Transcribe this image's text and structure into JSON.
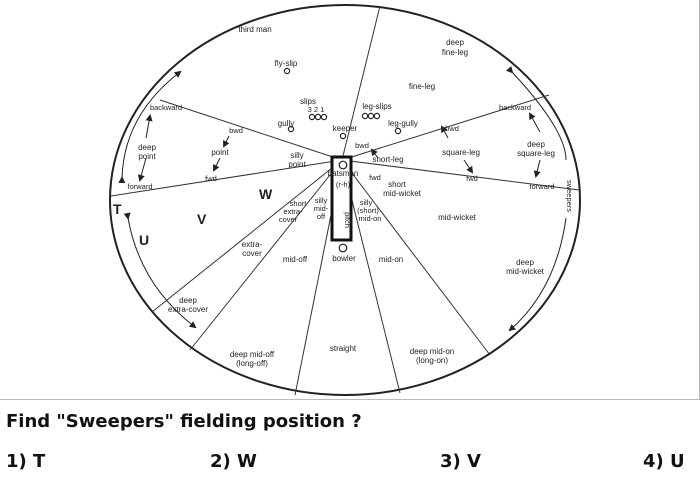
{
  "diagram": {
    "positions": [
      {
        "id": "third-man",
        "text": "third man"
      },
      {
        "id": "deep-fine-leg-1",
        "text": "deep"
      },
      {
        "id": "deep-fine-leg-2",
        "text": "fine-leg"
      },
      {
        "id": "fly-slip",
        "text": "fly-slip"
      },
      {
        "id": "fine-leg",
        "text": "fine-leg"
      },
      {
        "id": "slips",
        "text": "slips"
      },
      {
        "id": "slip-numbers",
        "text": "3 2 1"
      },
      {
        "id": "leg-slips",
        "text": "leg-slips"
      },
      {
        "id": "gully",
        "text": "gully"
      },
      {
        "id": "leg-gully",
        "text": "leg-gully"
      },
      {
        "id": "keeper",
        "text": "keeper"
      },
      {
        "id": "bwd-center",
        "text": "bwd"
      },
      {
        "id": "short-leg",
        "text": "short-leg"
      },
      {
        "id": "backward-left",
        "text": "backward"
      },
      {
        "id": "deep-point-1",
        "text": "deep"
      },
      {
        "id": "deep-point-2",
        "text": "point"
      },
      {
        "id": "forward-left",
        "text": "forward"
      },
      {
        "id": "bwd-point",
        "text": "bwd"
      },
      {
        "id": "point",
        "text": "point"
      },
      {
        "id": "fwd-point",
        "text": "fwd"
      },
      {
        "id": "silly-point-1",
        "text": "silly"
      },
      {
        "id": "silly-point-2",
        "text": "point"
      },
      {
        "id": "batsman",
        "text": "batsman"
      },
      {
        "id": "rh",
        "text": "(r-h)"
      },
      {
        "id": "fwd-center",
        "text": "fwd"
      },
      {
        "id": "short-midwicket-1",
        "text": "short"
      },
      {
        "id": "short-midwicket-2",
        "text": "mid-wicket"
      },
      {
        "id": "bwd-square-leg",
        "text": "bwd"
      },
      {
        "id": "square-leg",
        "text": "square-leg"
      },
      {
        "id": "fwd-square-leg",
        "text": "fwd"
      },
      {
        "id": "backward-right",
        "text": "backward"
      },
      {
        "id": "deep-square-leg-1",
        "text": "deep"
      },
      {
        "id": "deep-square-leg-2",
        "text": "square-leg"
      },
      {
        "id": "forward-right",
        "text": "forward"
      },
      {
        "id": "short-extra-cover-1",
        "text": "short"
      },
      {
        "id": "short-extra-cover-2",
        "text": "extra-"
      },
      {
        "id": "short-extra-cover-3",
        "text": "cover"
      },
      {
        "id": "silly-mid-off-1",
        "text": "silly"
      },
      {
        "id": "silly-mid-off-2",
        "text": "mid-"
      },
      {
        "id": "silly-mid-off-3",
        "text": "off"
      },
      {
        "id": "silly-mid-on-1",
        "text": "silly"
      },
      {
        "id": "silly-mid-on-2",
        "text": "(short)"
      },
      {
        "id": "silly-mid-on-3",
        "text": "mid-on"
      },
      {
        "id": "mid-wicket",
        "text": "mid-wicket"
      },
      {
        "id": "extra-cover-1",
        "text": "extra-"
      },
      {
        "id": "extra-cover-2",
        "text": "cover"
      },
      {
        "id": "mid-off",
        "text": "mid-off"
      },
      {
        "id": "bowler",
        "text": "bowler"
      },
      {
        "id": "mid-on",
        "text": "mid-on"
      },
      {
        "id": "deep-midwicket-1",
        "text": "deep"
      },
      {
        "id": "deep-midwicket-2",
        "text": "mid-wicket"
      },
      {
        "id": "deep-extra-cover-1",
        "text": "deep"
      },
      {
        "id": "deep-extra-cover-2",
        "text": "extra-cover"
      },
      {
        "id": "straight",
        "text": "straight"
      },
      {
        "id": "deep-mid-off-1",
        "text": "deep mid-off"
      },
      {
        "id": "deep-mid-off-2",
        "text": "(long-off)"
      },
      {
        "id": "deep-mid-on-1",
        "text": "deep mid-on"
      },
      {
        "id": "deep-mid-on-2",
        "text": "(long-on)"
      }
    ],
    "pitch_label": "pitch",
    "sweepers_label": "sweepers",
    "zone_letters": [
      {
        "id": "T",
        "text": "T"
      },
      {
        "id": "U",
        "text": "U"
      },
      {
        "id": "V",
        "text": "V"
      },
      {
        "id": "W",
        "text": "W"
      }
    ]
  },
  "question": "Find \"Sweepers\" fielding position ?",
  "options": [
    "1) T",
    "2) W",
    "3) V",
    "4) U"
  ]
}
